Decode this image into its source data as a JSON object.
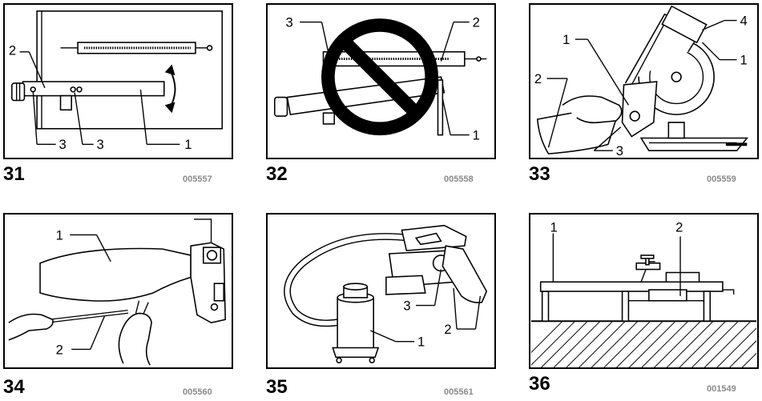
{
  "figures": [
    {
      "number": "31",
      "code": "005557",
      "callouts": [
        "2",
        "3",
        "3",
        "1"
      ]
    },
    {
      "number": "32",
      "code": "005558",
      "callouts": [
        "3",
        "2",
        "1"
      ]
    },
    {
      "number": "33",
      "code": "005559",
      "callouts": [
        "1",
        "4",
        "1",
        "2",
        "3"
      ]
    },
    {
      "number": "34",
      "code": "005560",
      "callouts": [
        "1",
        "2"
      ]
    },
    {
      "number": "35",
      "code": "005561",
      "callouts": [
        "3",
        "1",
        "2"
      ]
    },
    {
      "number": "36",
      "code": "001549",
      "callouts": [
        "1",
        "2"
      ]
    }
  ]
}
